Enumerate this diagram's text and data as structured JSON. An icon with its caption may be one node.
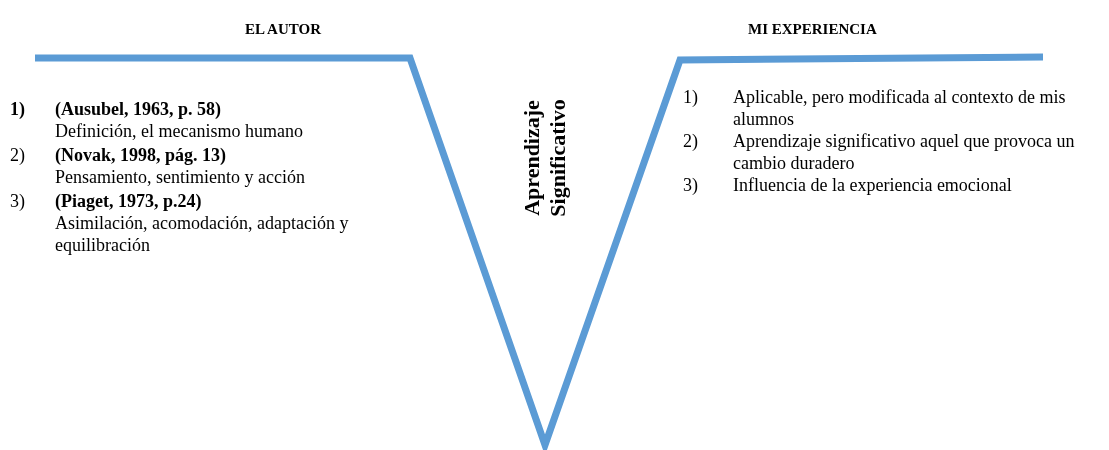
{
  "diagram": {
    "labels": [
      "EL AUTOR",
      "MI EXPERIENCIA",
      "Aprendizaje Significativo",
      "1)",
      "(Ausubel, 1963, p. 58)",
      "Definición, el mecanismo humano",
      "2)",
      "(Novak, 1998, pág. 13)",
      "Pensamiento, sentimiento y acción",
      "3)",
      "(Piaget, 1973, p.24)",
      "Asimilación, acomodación, adaptación y equilibración",
      "1)",
      "Aplicable, pero modificada al contexto de mis alumnos",
      "2)",
      "Aprendizaje significativo aquel que provoca un cambio duradero",
      "3)",
      "Influencia de la experiencia emocional"
    ]
  }
}
